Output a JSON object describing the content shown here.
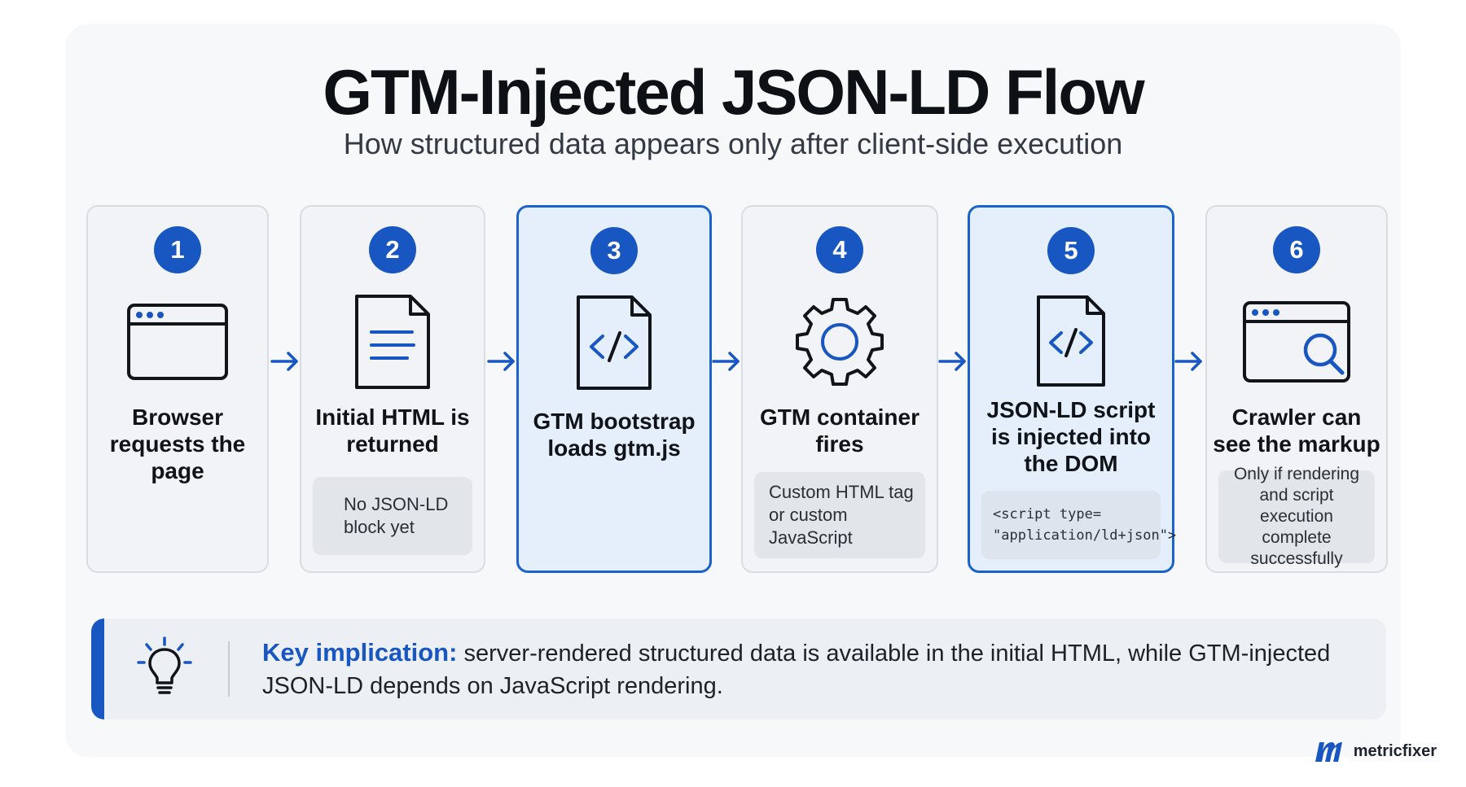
{
  "title": "GTM-Injected JSON-LD Flow",
  "subtitle": "How structured data appears only after client-side execution",
  "steps": [
    {
      "number": "1",
      "icon": "browser-window-icon",
      "label": "Browser requests the page",
      "highlighted": false
    },
    {
      "number": "2",
      "icon": "document-icon",
      "label": "Initial HTML is returned",
      "note": "No JSON-LD block yet",
      "highlighted": false
    },
    {
      "number": "3",
      "icon": "code-file-icon",
      "label": "GTM bootstrap loads gtm.js",
      "highlighted": true
    },
    {
      "number": "4",
      "icon": "gear-icon",
      "label": "GTM container fires",
      "note": "Custom HTML tag or custom JavaScript",
      "highlighted": false
    },
    {
      "number": "5",
      "icon": "code-file-icon",
      "label": "JSON-LD script is injected into the DOM",
      "note": "<script type=\n\"application/ld+json\">",
      "highlighted": true
    },
    {
      "number": "6",
      "icon": "browser-search-icon",
      "label": "Crawler can see the markup",
      "note": "Only if rendering and script execution complete successfully",
      "highlighted": false
    }
  ],
  "callout": {
    "icon": "lightbulb-icon",
    "key_label": "Key implication:",
    "text": " server-rendered structured data is available in the initial HTML, while GTM-injected JSON-LD depends on JavaScript rendering."
  },
  "brand": {
    "name": "metricfixer"
  },
  "colors": {
    "accent": "#1856c2",
    "highlight_fill": "#e5effb",
    "card_fill": "#f1f3f6"
  }
}
